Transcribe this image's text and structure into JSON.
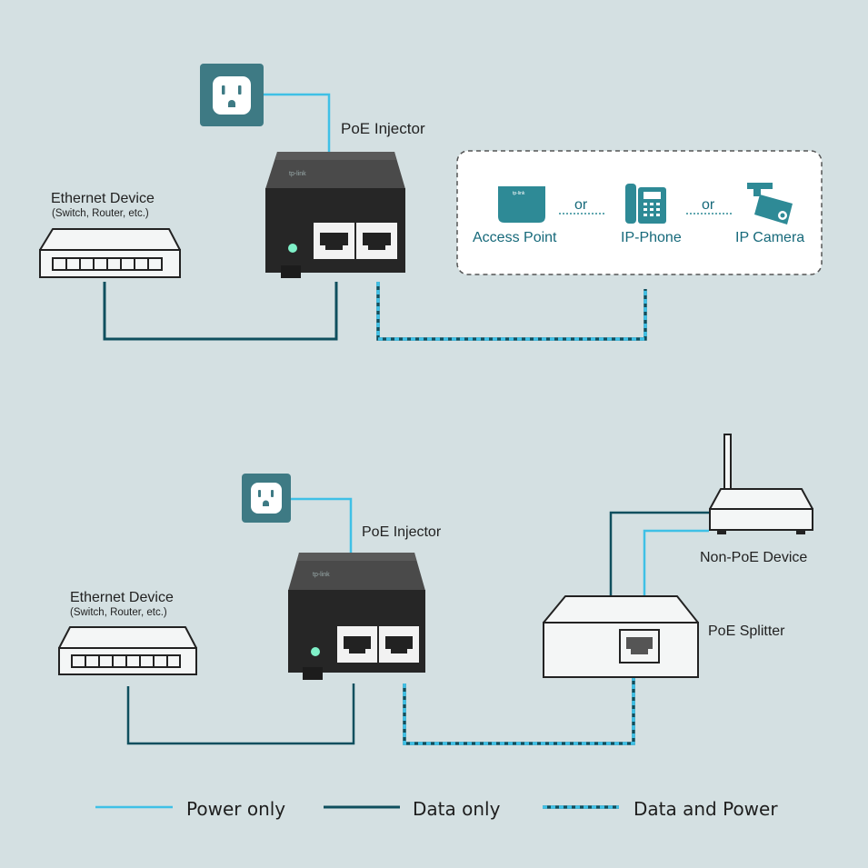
{
  "top": {
    "injector_label": "PoE Injector",
    "ethernet_title": "Ethernet Device",
    "ethernet_subtitle": "(Switch, Router, etc.)",
    "devices": {
      "access_point": "Access Point",
      "ip_phone": "IP-Phone",
      "ip_camera": "IP Camera",
      "or_1": "or",
      "or_2": "or"
    }
  },
  "bottom": {
    "injector_label": "PoE Injector",
    "ethernet_title": "Ethernet Device",
    "ethernet_subtitle": "(Switch, Router, etc.)",
    "non_poe_label": "Non-PoE Device",
    "splitter_label": "PoE Splitter"
  },
  "legend": {
    "power_only": "Power only",
    "data_only": "Data only",
    "data_and_power": "Data and Power"
  },
  "colors": {
    "background": "#d4e0e2",
    "power_line": "#3fc0e6",
    "data_line": "#0f4f5e",
    "outlet_tile": "#3e7a84",
    "device_teal": "#2e8a96",
    "injector_body": "#2b2b2b"
  },
  "icons": [
    "power-outlet-icon",
    "ethernet-switch-icon",
    "poe-injector-icon",
    "access-point-icon",
    "ip-phone-icon",
    "ip-camera-icon",
    "router-icon",
    "poe-splitter-icon",
    "rj45-port-icon",
    "led-icon"
  ]
}
